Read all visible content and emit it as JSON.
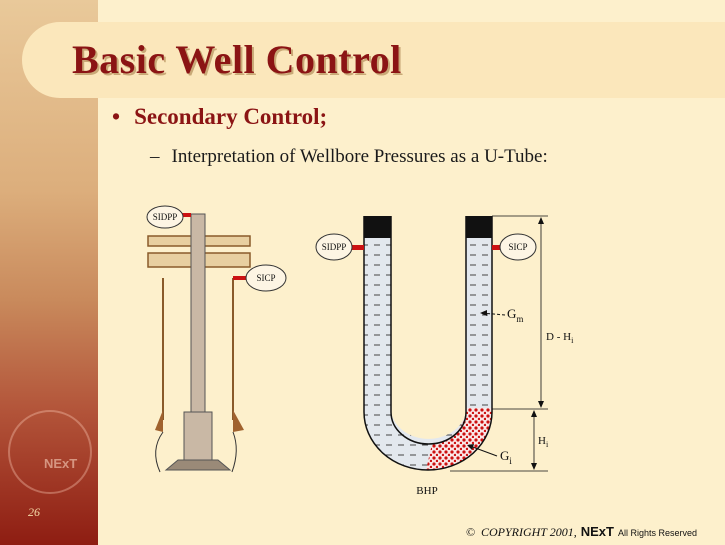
{
  "slide": {
    "title": "Basic Well Control",
    "bullet": "Secondary Control;",
    "sub_bullet": "Interpretation of Wellbore Pressures as a U-Tube:",
    "page_number": "26",
    "footer_copyright": "COPYRIGHT 2001,",
    "footer_brand": "NExT",
    "footer_rights": "All Rights Reserved",
    "seal_text": "NExT"
  },
  "wellbore_diagram": {
    "sidpp_label": "SIDPP",
    "sicp_label": "SICP"
  },
  "utube_diagram": {
    "sidpp_label": "SIDPP",
    "sicp_label": "SICP",
    "gm_label": "G",
    "gm_sub": "m",
    "gi_label": "G",
    "gi_sub": "i",
    "dh_label": "D - H",
    "dh_sub": "i",
    "hi_label": "H",
    "hi_sub": "i",
    "bhp_label": "BHP"
  },
  "colors": {
    "title": "#8b1414",
    "fluid_fill": "#dfe6ee",
    "influx": "#cc1111",
    "valve": "#cc1111"
  }
}
